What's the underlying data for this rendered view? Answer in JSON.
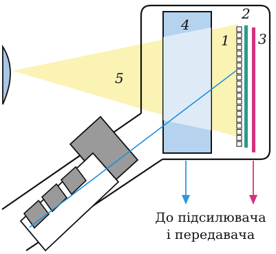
{
  "labels": {
    "n1": "1",
    "n2": "2",
    "n3": "3",
    "n4": "4",
    "n5": "5"
  },
  "caption": {
    "line1": "До підсилювача",
    "line2": "і передавача"
  },
  "colors": {
    "light_cone": "#fbf3b4",
    "glass_plate": "#b5d3ee",
    "signal_plate": "#2a9a8a",
    "electrode": "#d6307f",
    "beam": "#1a8fd8",
    "gun_body": "#9a9a9a",
    "lens": "#a9c6e6",
    "outline": "#111111",
    "arrow_blue": "#2a9ad8",
    "arrow_magenta": "#d6307f"
  }
}
